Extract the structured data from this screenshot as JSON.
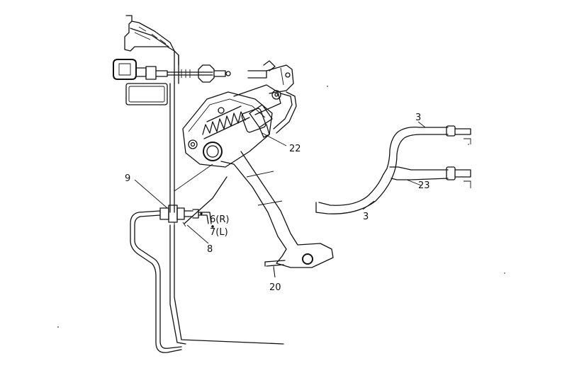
{
  "labels": {
    "l9": "9",
    "l22": "22",
    "l3_top": "3",
    "l23": "23",
    "l3_bottom": "3",
    "l6": "6(R)",
    "l7": "7(L)",
    "l8": "8",
    "l20": "20"
  }
}
